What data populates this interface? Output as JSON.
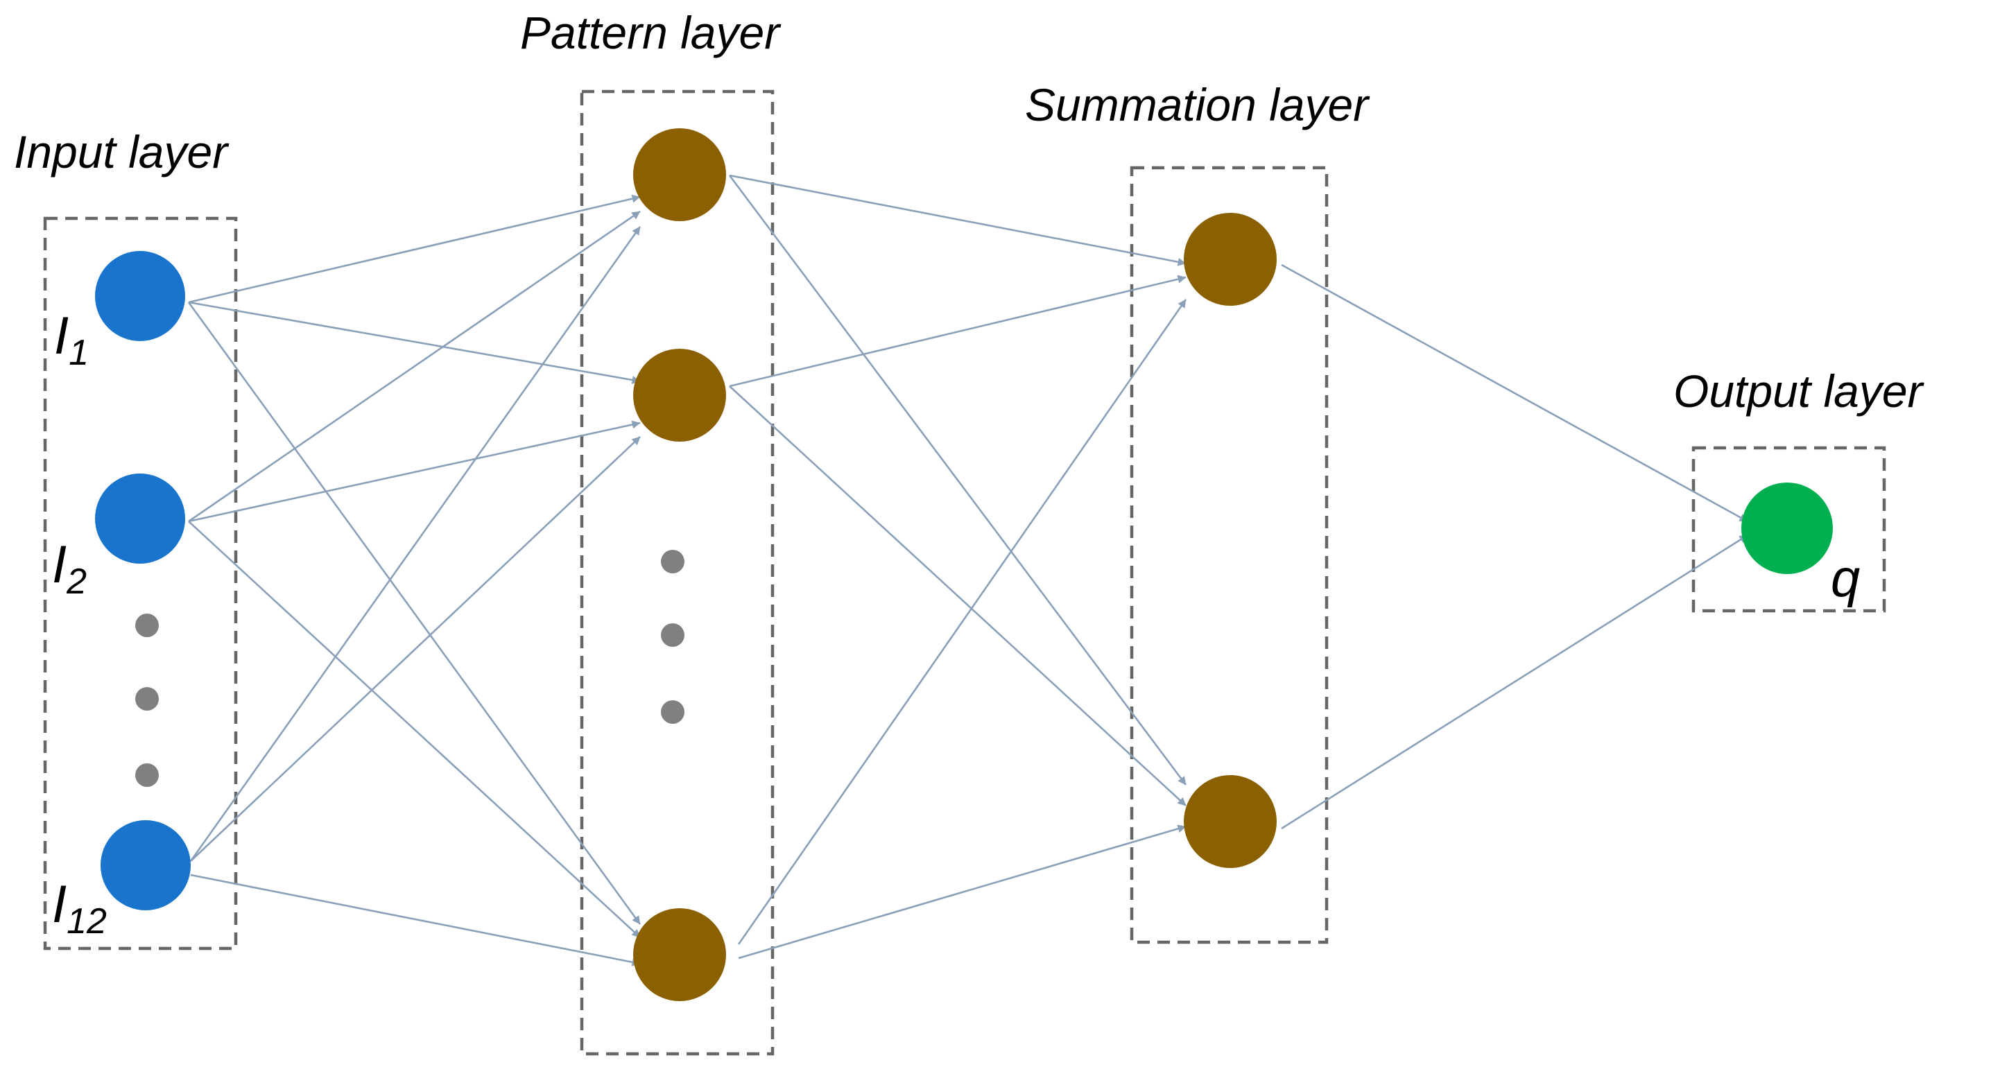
{
  "layers": {
    "input": {
      "title": "Input layer"
    },
    "pattern": {
      "title": "Pattern layer"
    },
    "summation": {
      "title": "Summation layer"
    },
    "output": {
      "title": "Output layer"
    }
  },
  "nodes": {
    "input": [
      {
        "base": "I",
        "sub": "1"
      },
      {
        "base": "I",
        "sub": "2"
      },
      {
        "base": "I",
        "sub": "12"
      }
    ],
    "output": {
      "label": "q"
    }
  },
  "colors": {
    "input_node": "#1874cd",
    "pattern_node": "#8b6000",
    "summation_node": "#8b6000",
    "output_node": "#00b050",
    "ellipsis_dot": "#808080",
    "edge": "#8aa0b8",
    "box_border": "#666666"
  }
}
